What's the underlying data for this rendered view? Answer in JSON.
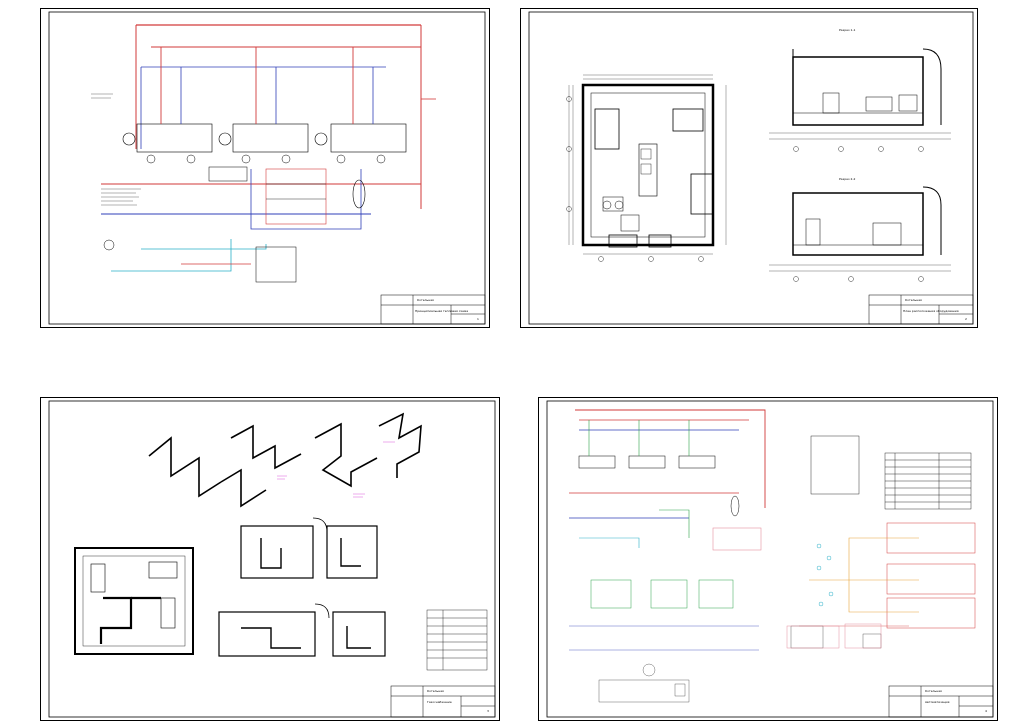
{
  "sheets": [
    {
      "name": "sheet-1",
      "title_block": {
        "project": "Котельная",
        "drawing_title": "Принципиальная тепловая схема",
        "sheet_no": "1"
      }
    },
    {
      "name": "sheet-2",
      "title_block": {
        "project": "Котельная",
        "drawing_title": "План расположения оборудования",
        "sheet_no": "2"
      },
      "section_labels": [
        "Разрез 1-1",
        "Разрез 2-2"
      ]
    },
    {
      "name": "sheet-3",
      "title_block": {
        "project": "Котельная",
        "drawing_title": "Газоснабжение",
        "sheet_no": "3"
      }
    },
    {
      "name": "sheet-4",
      "title_block": {
        "project": "Котельная",
        "drawing_title": "Автоматизация",
        "sheet_no": "4"
      }
    }
  ],
  "colors": {
    "frame": "#000000",
    "supply": "#d23a3a",
    "return": "#2f3fb8",
    "gas": "#2ab0c8",
    "magenta": "#d42fd4",
    "green": "#2ea24a",
    "pink": "#e58fa0"
  }
}
